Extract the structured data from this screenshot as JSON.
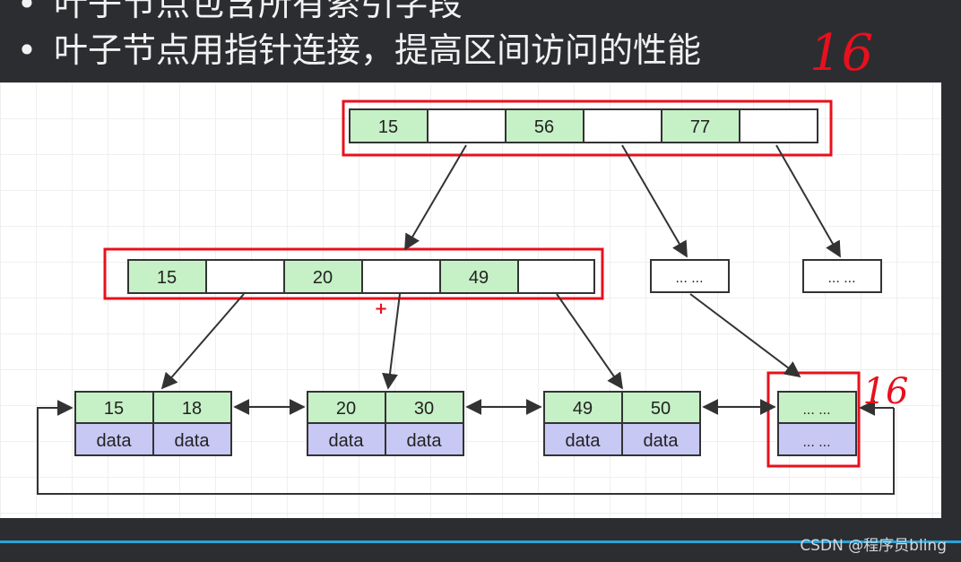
{
  "slide": {
    "bullets": [
      {
        "marker": "•",
        "text": "叶子节点包含所有索引字段"
      },
      {
        "marker": "•",
        "text": "叶子节点用指针连接，提高区间访问的性能"
      }
    ],
    "watermark": "CSDN @程序员bling"
  },
  "diagram": {
    "root": {
      "keys": [
        "15",
        "56",
        "77"
      ]
    },
    "level2": {
      "keys": [
        "15",
        "20",
        "49"
      ]
    },
    "placeholders": [
      "... ...",
      "... ..."
    ],
    "leaves": [
      {
        "keys": [
          "15",
          "18"
        ],
        "values": [
          "data",
          "data"
        ]
      },
      {
        "keys": [
          "20",
          "30"
        ],
        "values": [
          "data",
          "data"
        ]
      },
      {
        "keys": [
          "49",
          "50"
        ],
        "values": [
          "data",
          "data"
        ]
      },
      {
        "keys": [
          "... ..."
        ],
        "values": [
          "... ..."
        ]
      }
    ],
    "annotations": [
      "16",
      "16"
    ],
    "cursor_mark": "+",
    "colors": {
      "key_fill": "#c6f0c6",
      "data_fill": "#c8c8f4",
      "highlight": "#e8101c",
      "border": "#333333"
    }
  }
}
